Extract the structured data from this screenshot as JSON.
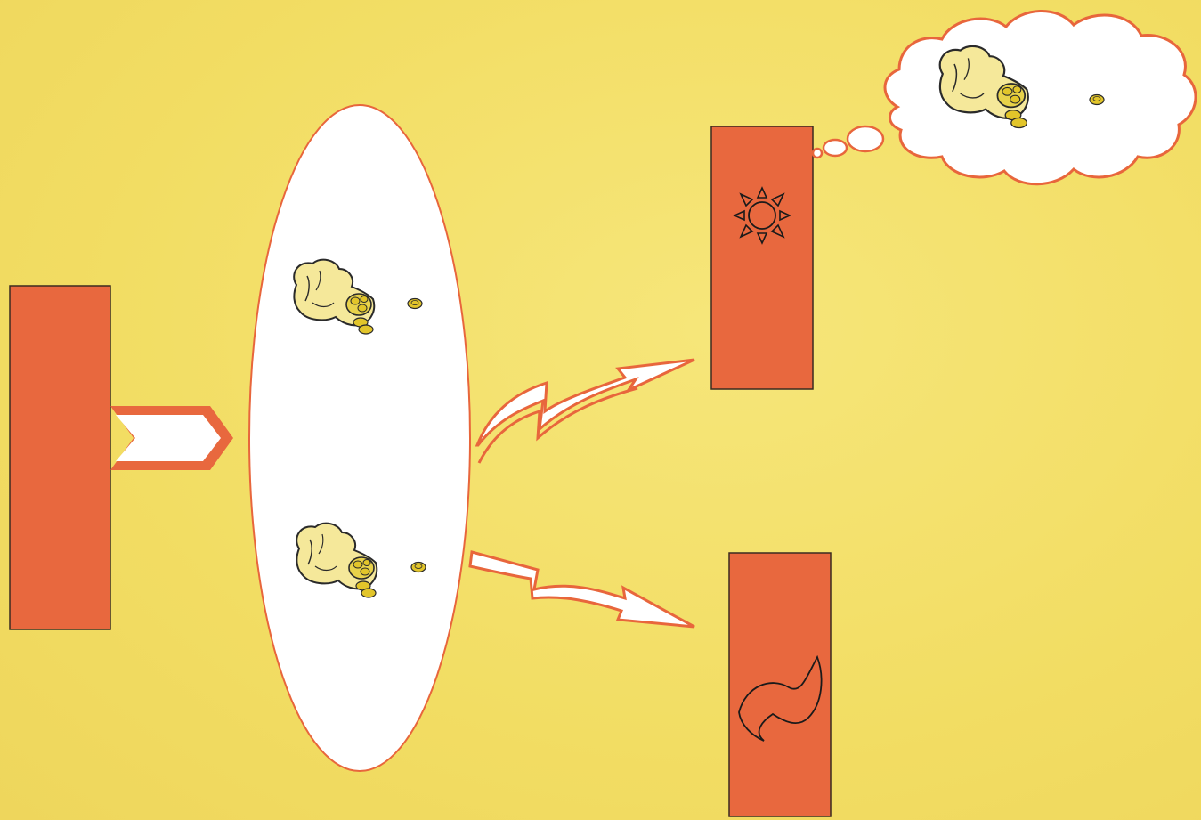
{
  "colors": {
    "background": "#f3e06a",
    "block_fill": "#e8683e",
    "outline": "#e8663c",
    "bubble_fill": "#ffffff",
    "arrow_fill": "#ffffff",
    "bag_fill": "#f5e89a",
    "coin_fill": "#e2c52a",
    "symbol_stroke": "#1a1a1a"
  },
  "icons": {
    "source_block": "rectangle",
    "center_ellipse": "ellipse",
    "money_bag": "money-bag-icon",
    "coin": "coin-icon",
    "sun_symbol": "sun-icon",
    "wave_symbol": "wave-icon",
    "thought_bubble": "thought-bubble",
    "arrow": "arrow-icon"
  },
  "elements": {
    "blocks": [
      "source",
      "upper-target",
      "lower-target"
    ],
    "bags_in_ellipse": 2,
    "bags_in_thought": 1
  }
}
